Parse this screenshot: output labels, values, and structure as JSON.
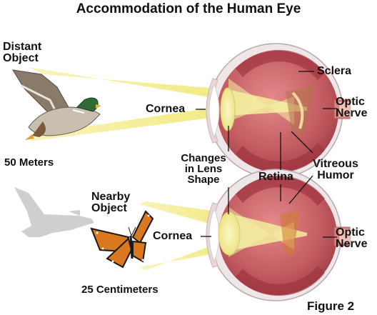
{
  "title": "Accommodation of the Human Eye",
  "labels": {
    "distant_object": [
      "Distant",
      "Object"
    ],
    "distance_far": "50 Meters",
    "cornea_top": "Cornea",
    "sclera": "Sclera",
    "optic_nerve_top": [
      "Optic",
      "Nerve"
    ],
    "lens_change": [
      "Changes",
      "in Lens",
      "Shape"
    ],
    "retina": "Retina",
    "vitreous_humor": [
      "Vitreous",
      "Humor"
    ],
    "nearby_object": [
      "Nearby",
      "Object"
    ],
    "cornea_bottom": "Cornea",
    "optic_nerve_bottom": [
      "Optic",
      "Nerve"
    ],
    "distance_near": "25 Centimeters",
    "figure": "Figure 2"
  },
  "colors": {
    "light_beam": "#f3ee9a",
    "eye_tissue": "#c0595e",
    "sclera": "#ece3e4",
    "lens": "#f4f1a0",
    "duck_shadow": "#c8c8c8",
    "butterfly_wing": "#d9781e"
  },
  "icons": {
    "distant_object_image": "mallard-duck",
    "shadow_image": "duck-silhouette",
    "nearby_object_image": "monarch-butterfly"
  }
}
